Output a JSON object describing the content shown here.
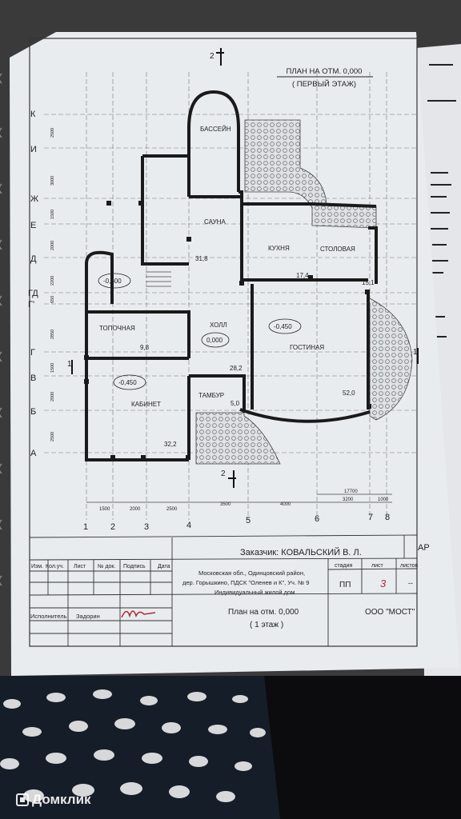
{
  "plan": {
    "title": "ПЛАН НА ОТМ. 0,000",
    "subtitle": "( ПЕРВЫЙ  ЭТАЖ)",
    "section_mark": "2",
    "axis_mark": "1",
    "rows": [
      "К",
      "И",
      "Ж",
      "Е",
      "Д",
      "ГД",
      "Г'",
      "Г",
      "В",
      "Б",
      "А"
    ],
    "row_dims": [
      "2500",
      "3000",
      "1500",
      "2000",
      "2200",
      "650",
      "2850",
      "1500",
      "2000",
      "2500"
    ],
    "cols": [
      "1",
      "2",
      "3",
      "4",
      "5",
      "6",
      "7",
      "8"
    ],
    "col_dims": [
      "1500",
      "2000",
      "2500",
      "3500",
      "4000",
      "3200",
      "1000"
    ],
    "total_dim": "17700",
    "rooms": {
      "pool": "БАССЕЙН",
      "sauna": "САУНА",
      "kitchen": "КУХНЯ",
      "dining": "СТОЛОВАЯ",
      "boiler": "ТОПОЧНАЯ",
      "hall": "ХОЛЛ",
      "living": "ГОСТИНАЯ",
      "office": "КАБИНЕТ",
      "vestibule": "ТАМБУР"
    },
    "areas": {
      "sauna": "31,8",
      "kitchen": "17,4",
      "dining": "15,1",
      "boiler": "9,8",
      "hall": "28,2",
      "vestibule": "5,0",
      "living": "52,0",
      "office": "32,2"
    },
    "levels": {
      "stair": "-0,600",
      "hall": "0,000",
      "living": "-0,450",
      "office": "-0,450"
    }
  },
  "stamp": {
    "code": "АР",
    "customer": "Заказчик:  КОВАЛЬСКИЙ  В. Л.",
    "addr1": "Московская обл., Одинцовский район,",
    "addr2": "дер. Горышкино, ПДСК \"Оленев и К\", Уч. № 9",
    "addr3": "Индивидуальный жилой дом",
    "h_izm": "Изм.",
    "h_kol": "Кол.уч.",
    "h_list": "Лист",
    "h_doc": "№ док.",
    "h_sign": "Подпись",
    "h_date": "Дата",
    "h_stage": "стадия",
    "h_sheet": "лист",
    "h_sheets": "листов",
    "stage": "ПП",
    "sheet": "3",
    "sheets": "--",
    "role": "Исполнитель",
    "person": "Задорин",
    "drawing1": "План на отм. 0,000",
    "drawing2": "( 1 этаж )",
    "company": "ООО  \"МОСТ\""
  },
  "watermark": "Домклик"
}
